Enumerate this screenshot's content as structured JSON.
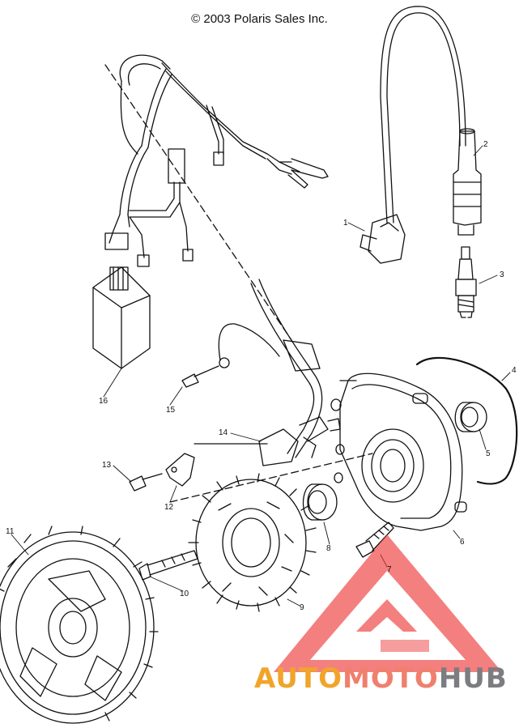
{
  "copyright": "© 2003 Polaris Sales Inc.",
  "callouts": [
    "1",
    "2",
    "3",
    "4",
    "5",
    "6",
    "7",
    "8",
    "9",
    "10",
    "11",
    "12",
    "13",
    "14",
    "15",
    "16"
  ],
  "watermark": {
    "part1": "AUTO",
    "part2": "MOTO",
    "part3": "HUB",
    "colors": {
      "orange": "#f0a52a",
      "salmon": "#f07f6d",
      "gray": "#7b7d80",
      "triangle": "#ee3b3b"
    }
  }
}
